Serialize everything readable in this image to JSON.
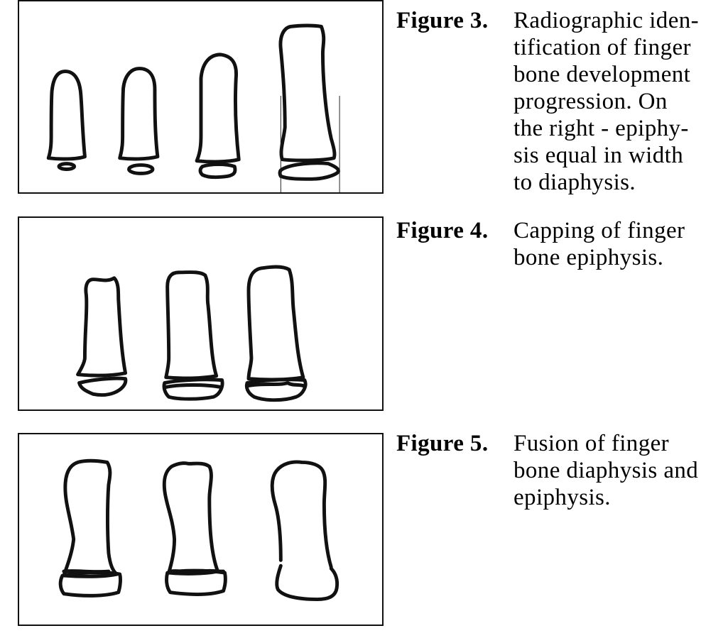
{
  "figures": [
    {
      "label": "Figure 3.",
      "caption_lines": [
        "Radiographic iden-",
        "tification of finger",
        "bone development",
        "progression. On",
        "the right - epiphy-",
        "sis equal in width",
        "to diaphysis."
      ]
    },
    {
      "label": "Figure 4.",
      "caption_lines": [
        "Capping of finger",
        "bone epiphysis."
      ]
    },
    {
      "label": "Figure 5.",
      "caption_lines": [
        "Fusion of finger",
        "bone diaphysis and",
        "epiphysis."
      ]
    }
  ]
}
